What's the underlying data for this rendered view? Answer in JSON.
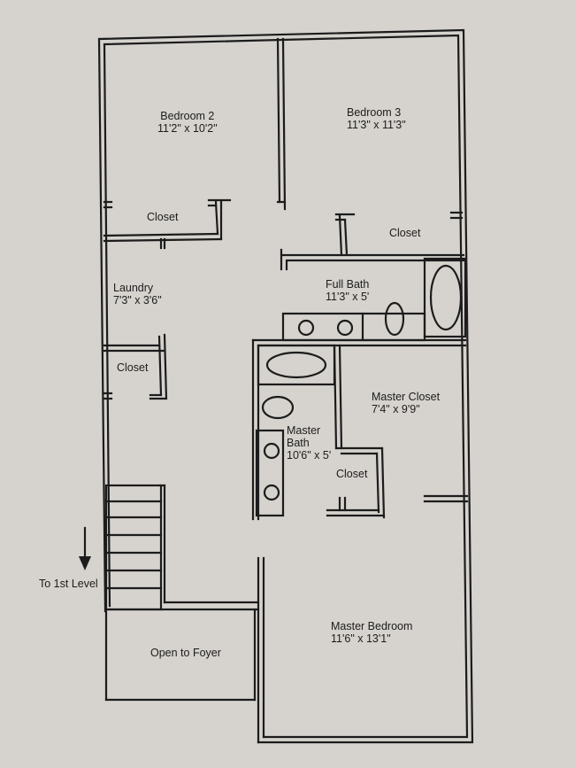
{
  "rooms": {
    "bedroom2": {
      "name": "Bedroom 2",
      "dim": "11'2\" x 10'2\""
    },
    "bedroom3": {
      "name": "Bedroom 3",
      "dim": "11'3\" x 11'3\""
    },
    "closet_b2": {
      "name": "Closet"
    },
    "closet_b3": {
      "name": "Closet"
    },
    "laundry": {
      "name": "Laundry",
      "dim": "7'3\" x 3'6\""
    },
    "full_bath": {
      "name": "Full Bath",
      "dim": "11'3\" x 5'"
    },
    "closet_hall": {
      "name": "Closet"
    },
    "master_closet": {
      "name": "Master Closet",
      "dim": "7'4\" x 9'9\""
    },
    "master_bath": {
      "name": "Master",
      "name2": "Bath",
      "dim": "10'6\" x 5'"
    },
    "closet_master": {
      "name": "Closet"
    },
    "master_bedroom": {
      "name": "Master Bedroom",
      "dim": "11'6\" x 13'1\""
    },
    "open_foyer": {
      "name": "Open to Foyer"
    }
  },
  "stairs": {
    "label": "To 1st Level"
  },
  "colors": {
    "background": "#d6d3ce",
    "wall": "#1c1c1c",
    "text": "#1c1c1c"
  }
}
